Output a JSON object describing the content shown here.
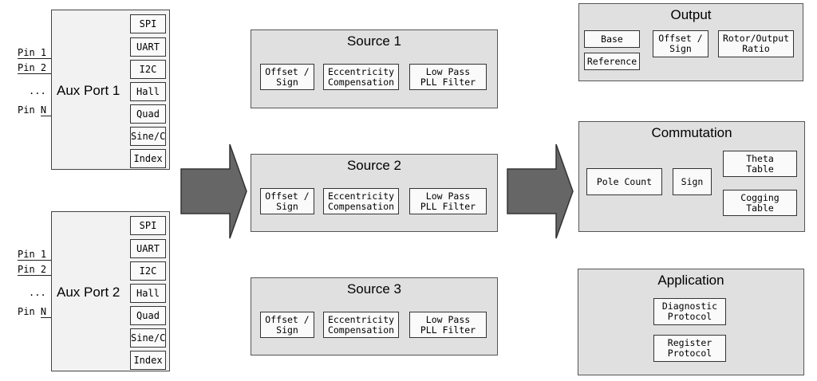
{
  "aux_ports": [
    {
      "label": "Aux Port 1",
      "pins": [
        "Pin 1",
        "Pin 2",
        "...",
        "Pin N"
      ],
      "protocols": [
        "SPI",
        "UART",
        "I2C",
        "Hall",
        "Quad",
        "Sine/C",
        "Index"
      ]
    },
    {
      "label": "Aux Port 2",
      "pins": [
        "Pin 1",
        "Pin 2",
        "...",
        "Pin N"
      ],
      "protocols": [
        "SPI",
        "UART",
        "I2C",
        "Hall",
        "Quad",
        "Sine/C",
        "Index"
      ]
    }
  ],
  "sources": [
    {
      "title": "Source 1",
      "blocks": [
        "Offset /\nSign",
        "Eccentricity\nCompensation",
        "Low Pass\nPLL Filter"
      ]
    },
    {
      "title": "Source 2",
      "blocks": [
        "Offset /\nSign",
        "Eccentricity\nCompensation",
        "Low Pass\nPLL Filter"
      ]
    },
    {
      "title": "Source 3",
      "blocks": [
        "Offset /\nSign",
        "Eccentricity\nCompensation",
        "Low Pass\nPLL Filter"
      ]
    }
  ],
  "output": {
    "title": "Output",
    "blocks": [
      "Base",
      "Reference",
      "Offset /\nSign",
      "Rotor/Output\nRatio"
    ]
  },
  "commutation": {
    "title": "Commutation",
    "blocks": [
      "Pole Count",
      "Sign",
      "Theta\nTable",
      "Cogging\nTable"
    ]
  },
  "application": {
    "title": "Application",
    "blocks": [
      "Diagnostic\nProtocol",
      "Register\nProtocol"
    ]
  },
  "colors": {
    "arrow": "#666666",
    "panel": "#e0e0e0",
    "aux": "#f2f2f2"
  }
}
